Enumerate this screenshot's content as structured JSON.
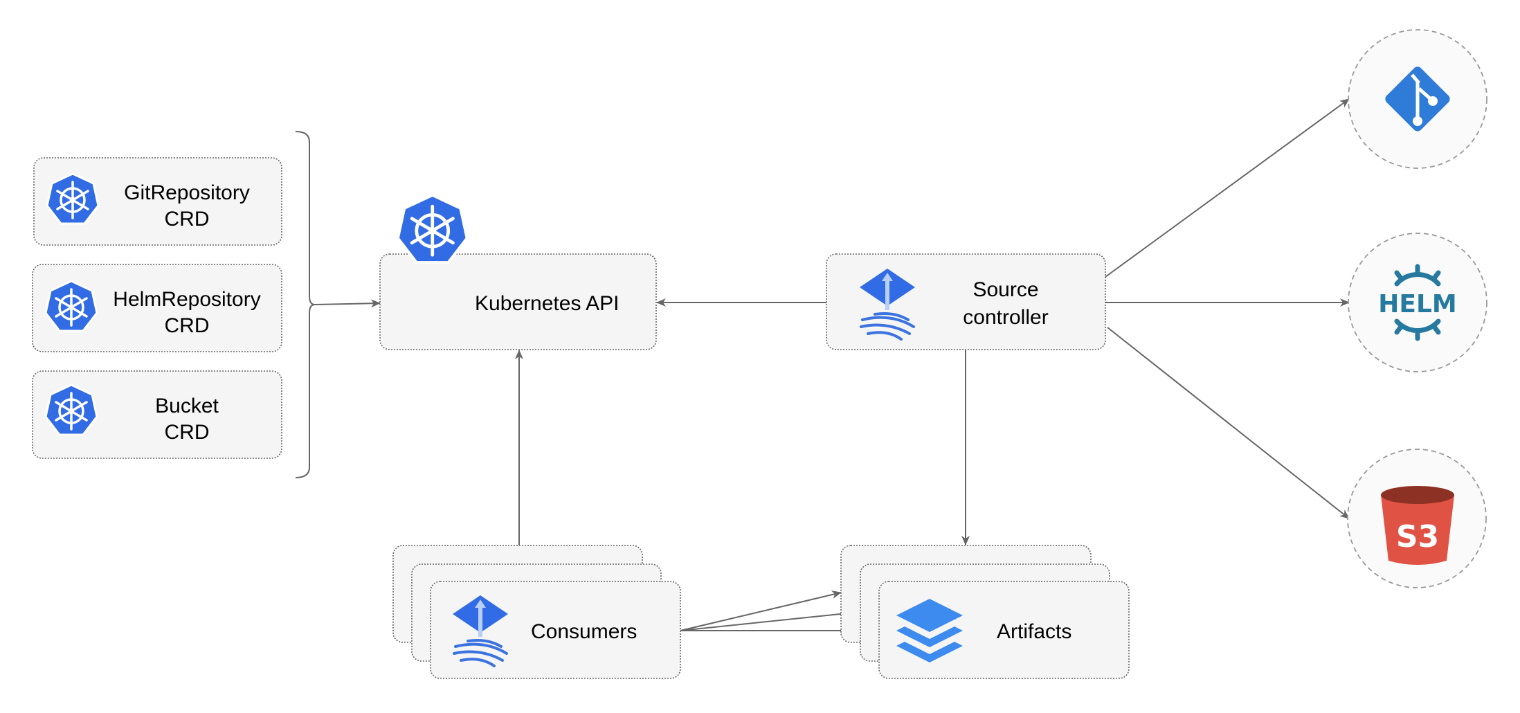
{
  "nodes": {
    "git_repository_crd": {
      "line1": "GitRepository",
      "line2": "CRD",
      "icon": "kubernetes-icon"
    },
    "helm_repository_crd": {
      "line1": "HelmRepository",
      "line2": "CRD",
      "icon": "kubernetes-icon"
    },
    "bucket_crd": {
      "line1": "Bucket",
      "line2": "CRD",
      "icon": "kubernetes-icon"
    },
    "kubernetes_api": {
      "label": "Kubernetes API",
      "icon": "kubernetes-icon"
    },
    "source_controller": {
      "line1": "Source",
      "line2": "controller",
      "icon": "flux-icon"
    },
    "consumers": {
      "label": "Consumers",
      "icon": "flux-icon"
    },
    "artifacts": {
      "label": "Artifacts",
      "icon": "layers-icon"
    },
    "git": {
      "icon": "git-icon"
    },
    "helm": {
      "icon": "helm-icon",
      "logo_text": "HELM"
    },
    "s3": {
      "icon": "s3-bucket-icon",
      "logo_text": "S3"
    }
  },
  "colors": {
    "kubernetes": "#326ce5",
    "flux": "#3b73e0",
    "git": "#2f7bd8",
    "helm": "#277a9f",
    "s3_body": "#e05243",
    "s3_top": "#8c3123",
    "layers": "#3d8bef",
    "edge": "#666666"
  }
}
